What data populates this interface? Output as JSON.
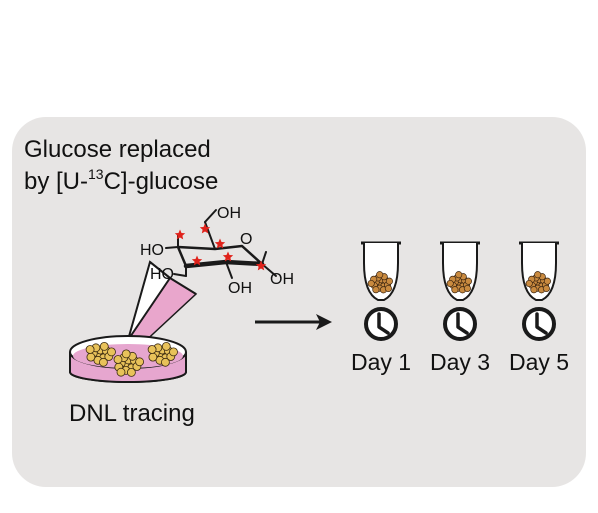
{
  "panel": {
    "background": "#e7e5e4",
    "title_line1": "Glucose replaced",
    "title_line2_prefix": "by [U-",
    "title_line2_superscript": "13",
    "title_line2_suffix": "C]-glucose"
  },
  "molecule": {
    "labels": {
      "oh_top": "OH",
      "ho_left": "HO",
      "ho_bottom_left": "HO",
      "oh_bottom": "OH",
      "oh_right": "OH",
      "ring_oxygen": "O"
    },
    "label_13c_marker_color": "#e0221b"
  },
  "dish": {
    "caption": "DNL tracing",
    "medium_color": "#e6a6cf",
    "cell_color": "#e8c25a",
    "light_cone_color": "#e9a6cc"
  },
  "timepoints": [
    {
      "label": "Day 1"
    },
    {
      "label": "Day 3"
    },
    {
      "label": "Day 5"
    }
  ],
  "pellet_color": "#c98a3f",
  "icons": [
    "clock-icon",
    "arrow-right-icon",
    "tube-icon",
    "petri-dish-icon"
  ]
}
